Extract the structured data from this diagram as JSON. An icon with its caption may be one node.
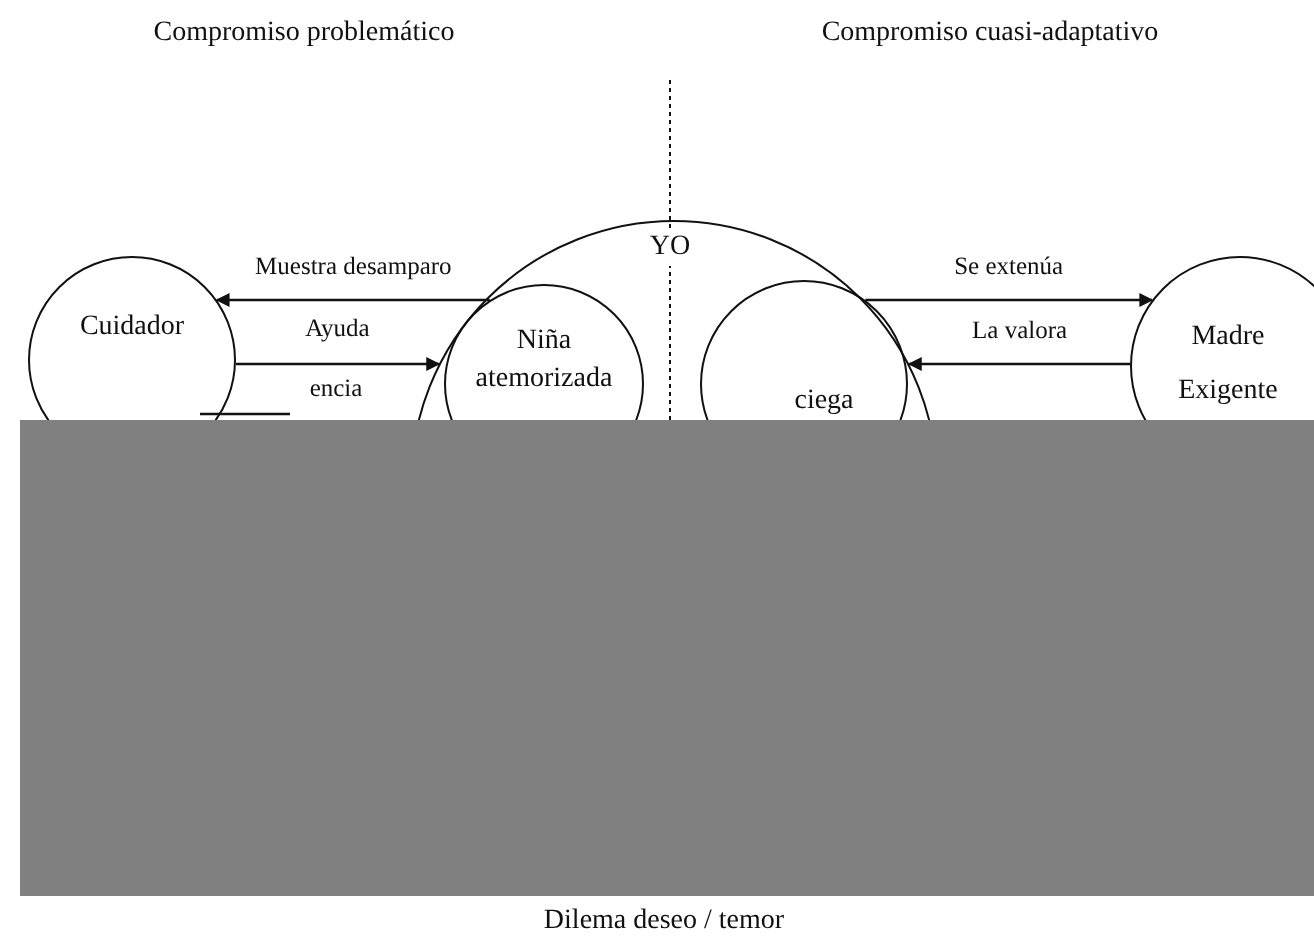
{
  "diagram": {
    "caption": "Dilema deseo / temor",
    "nodes": [
      {
        "text": [
          "Cuidador"
        ]
      },
      {
        "text": [
          "YO"
        ]
      },
      {
        "text": [
          "Niña atemorizada"
        ],
        "in": 1
      },
      {
        "text": [
          "ciega"
        ],
        "in": 1
      },
      {
        "text": [
          "Madre Exigente"
        ]
      }
    ],
    "edges": [
      {
        "from": 2,
        "to": 0,
        "arrow": "to",
        "label": "Muestra desamparo"
      },
      {
        "from": 0,
        "to": 1,
        "arrow": "to",
        "label": "Ayuda"
      },
      {
        "from": 3,
        "to": 4,
        "arrow": "to",
        "label": "Se extenúa"
      },
      {
        "from": 4,
        "to": 1,
        "arrow": "to",
        "label": "La valora"
      }
    ],
    "labels": [
      "Compromiso problemático",
      "Compromiso cuasi-adaptativo",
      "encia"
    ]
  }
}
